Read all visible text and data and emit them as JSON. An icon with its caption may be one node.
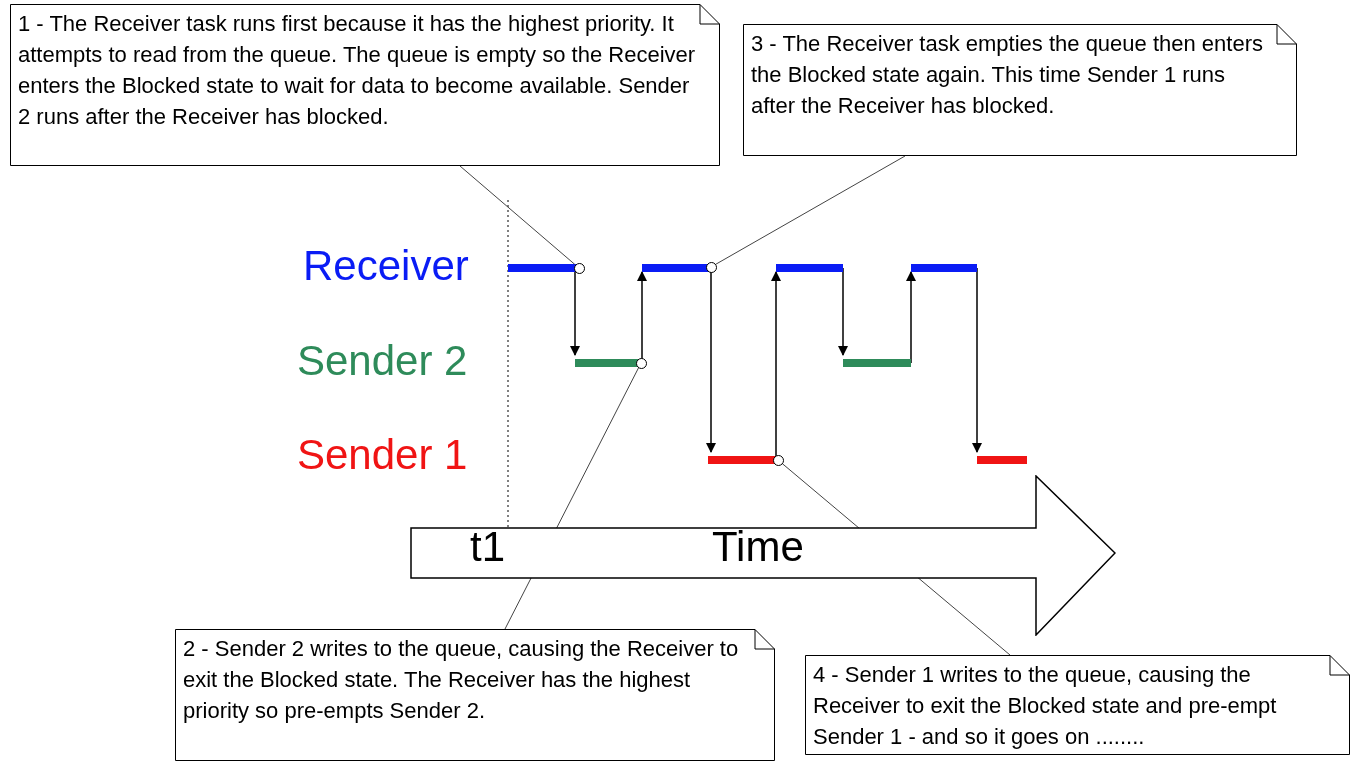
{
  "diagram": {
    "nodes": [
      {
        "text": [
          "1 - The Receiver task runs first because it has the highest priority. It attempts to read from the queue. The queue is empty so the Receiver enters the Blocked state to wait for data to become available. Sender 2 runs after the Receiver has blocked."
        ]
      },
      {
        "text": [
          "3 - The Receiver task empties the queue then enters the Blocked state again. This time Sender 1 runs after the Receiver has blocked."
        ]
      },
      {
        "text": [],
        "shape": "circle"
      },
      {
        "text": [],
        "shape": "circle"
      },
      {
        "text": [],
        "shape": "circle"
      },
      {
        "text": [],
        "shape": "circle"
      },
      {
        "text": [
          "t1",
          "Time"
        ]
      },
      {
        "text": [
          "2 - Sender 2 writes to the queue, causing the Receiver to exit the Blocked state. The Receiver has the highest priority so pre-empts Sender 2."
        ]
      },
      {
        "text": [
          "4 - Sender 1 writes to the queue, causing the Receiver to exit the Blocked state and pre-empt Sender 1 - and so it goes on ........"
        ]
      }
    ],
    "edges": [
      {
        "from": 0,
        "to": 2,
        "arrow": "none"
      },
      {
        "from": 7,
        "to": 3,
        "arrow": "none"
      },
      {
        "from": 1,
        "to": 4,
        "arrow": "none"
      },
      {
        "from": 8,
        "to": 5,
        "arrow": "none"
      }
    ],
    "labels": [
      "Receiver",
      "Sender 2",
      "Sender 1"
    ]
  }
}
